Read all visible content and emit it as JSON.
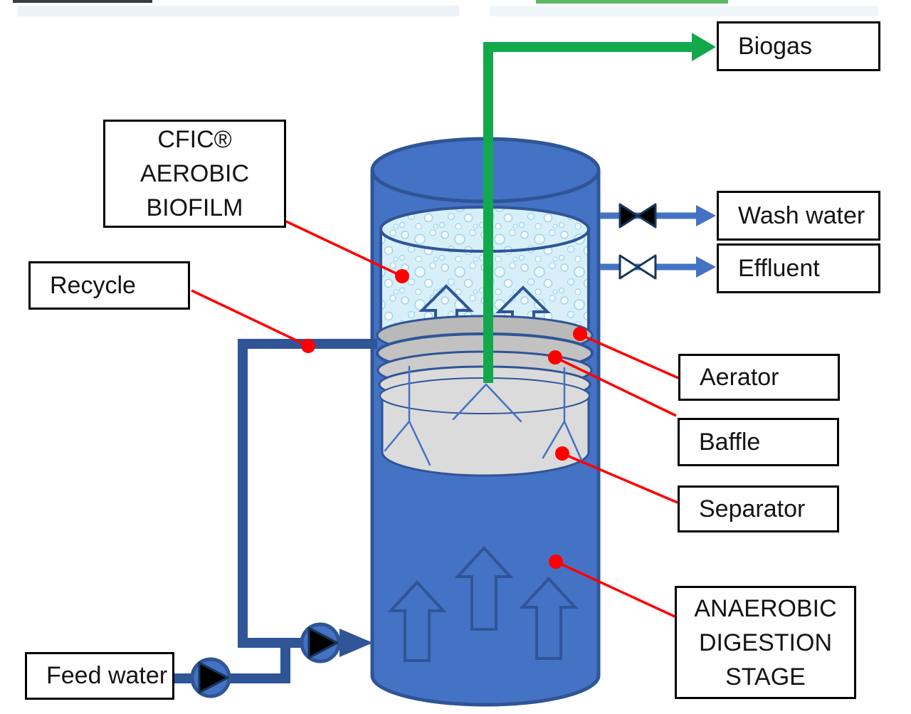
{
  "diagram": {
    "boxes": {
      "cfic": {
        "lines": [
          "CFIC®",
          "AEROBIC",
          "BIOFILM"
        ]
      },
      "recycle": {
        "label": "Recycle"
      },
      "feed_water": {
        "label": "Feed water"
      },
      "biogas": {
        "label": "Biogas"
      },
      "wash_water": {
        "label": "Wash water"
      },
      "effluent": {
        "label": "Effluent"
      },
      "aerator": {
        "label": "Aerator"
      },
      "baffle": {
        "label": "Baffle"
      },
      "separator": {
        "label": "Separator"
      },
      "anaerobic": {
        "lines": [
          "ANAEROBIC",
          "DIGESTION",
          "STAGE"
        ]
      }
    },
    "colors": {
      "tank-blue": "#4472C4",
      "tank-border": "#2F5597",
      "biofilm-fill": "#D7EFF9",
      "bubble-tint": "#9FD4EA",
      "ring-gray": "#B9B9B9",
      "separator-gray": "#DBDBDB",
      "funnel-blue": "#4472C4",
      "pipe-blue": "#4472C4",
      "pipe-dark": "#2F5597",
      "biogas-green": "#12A94C",
      "leader-red": "#FF0000",
      "valve-dark": "#17365D",
      "box-border": "#000000",
      "text": "#141414"
    },
    "icons": {
      "pump": "circle-with-right-triangle",
      "valve_closed": "filled-bowtie",
      "valve_open": "open-bowtie",
      "flow_arrow": "outlined-up-arrow",
      "leader_dot": "red-dot",
      "biogas_arrow": "green-right-arrow",
      "outlet_arrow": "blue-right-arrow"
    }
  }
}
